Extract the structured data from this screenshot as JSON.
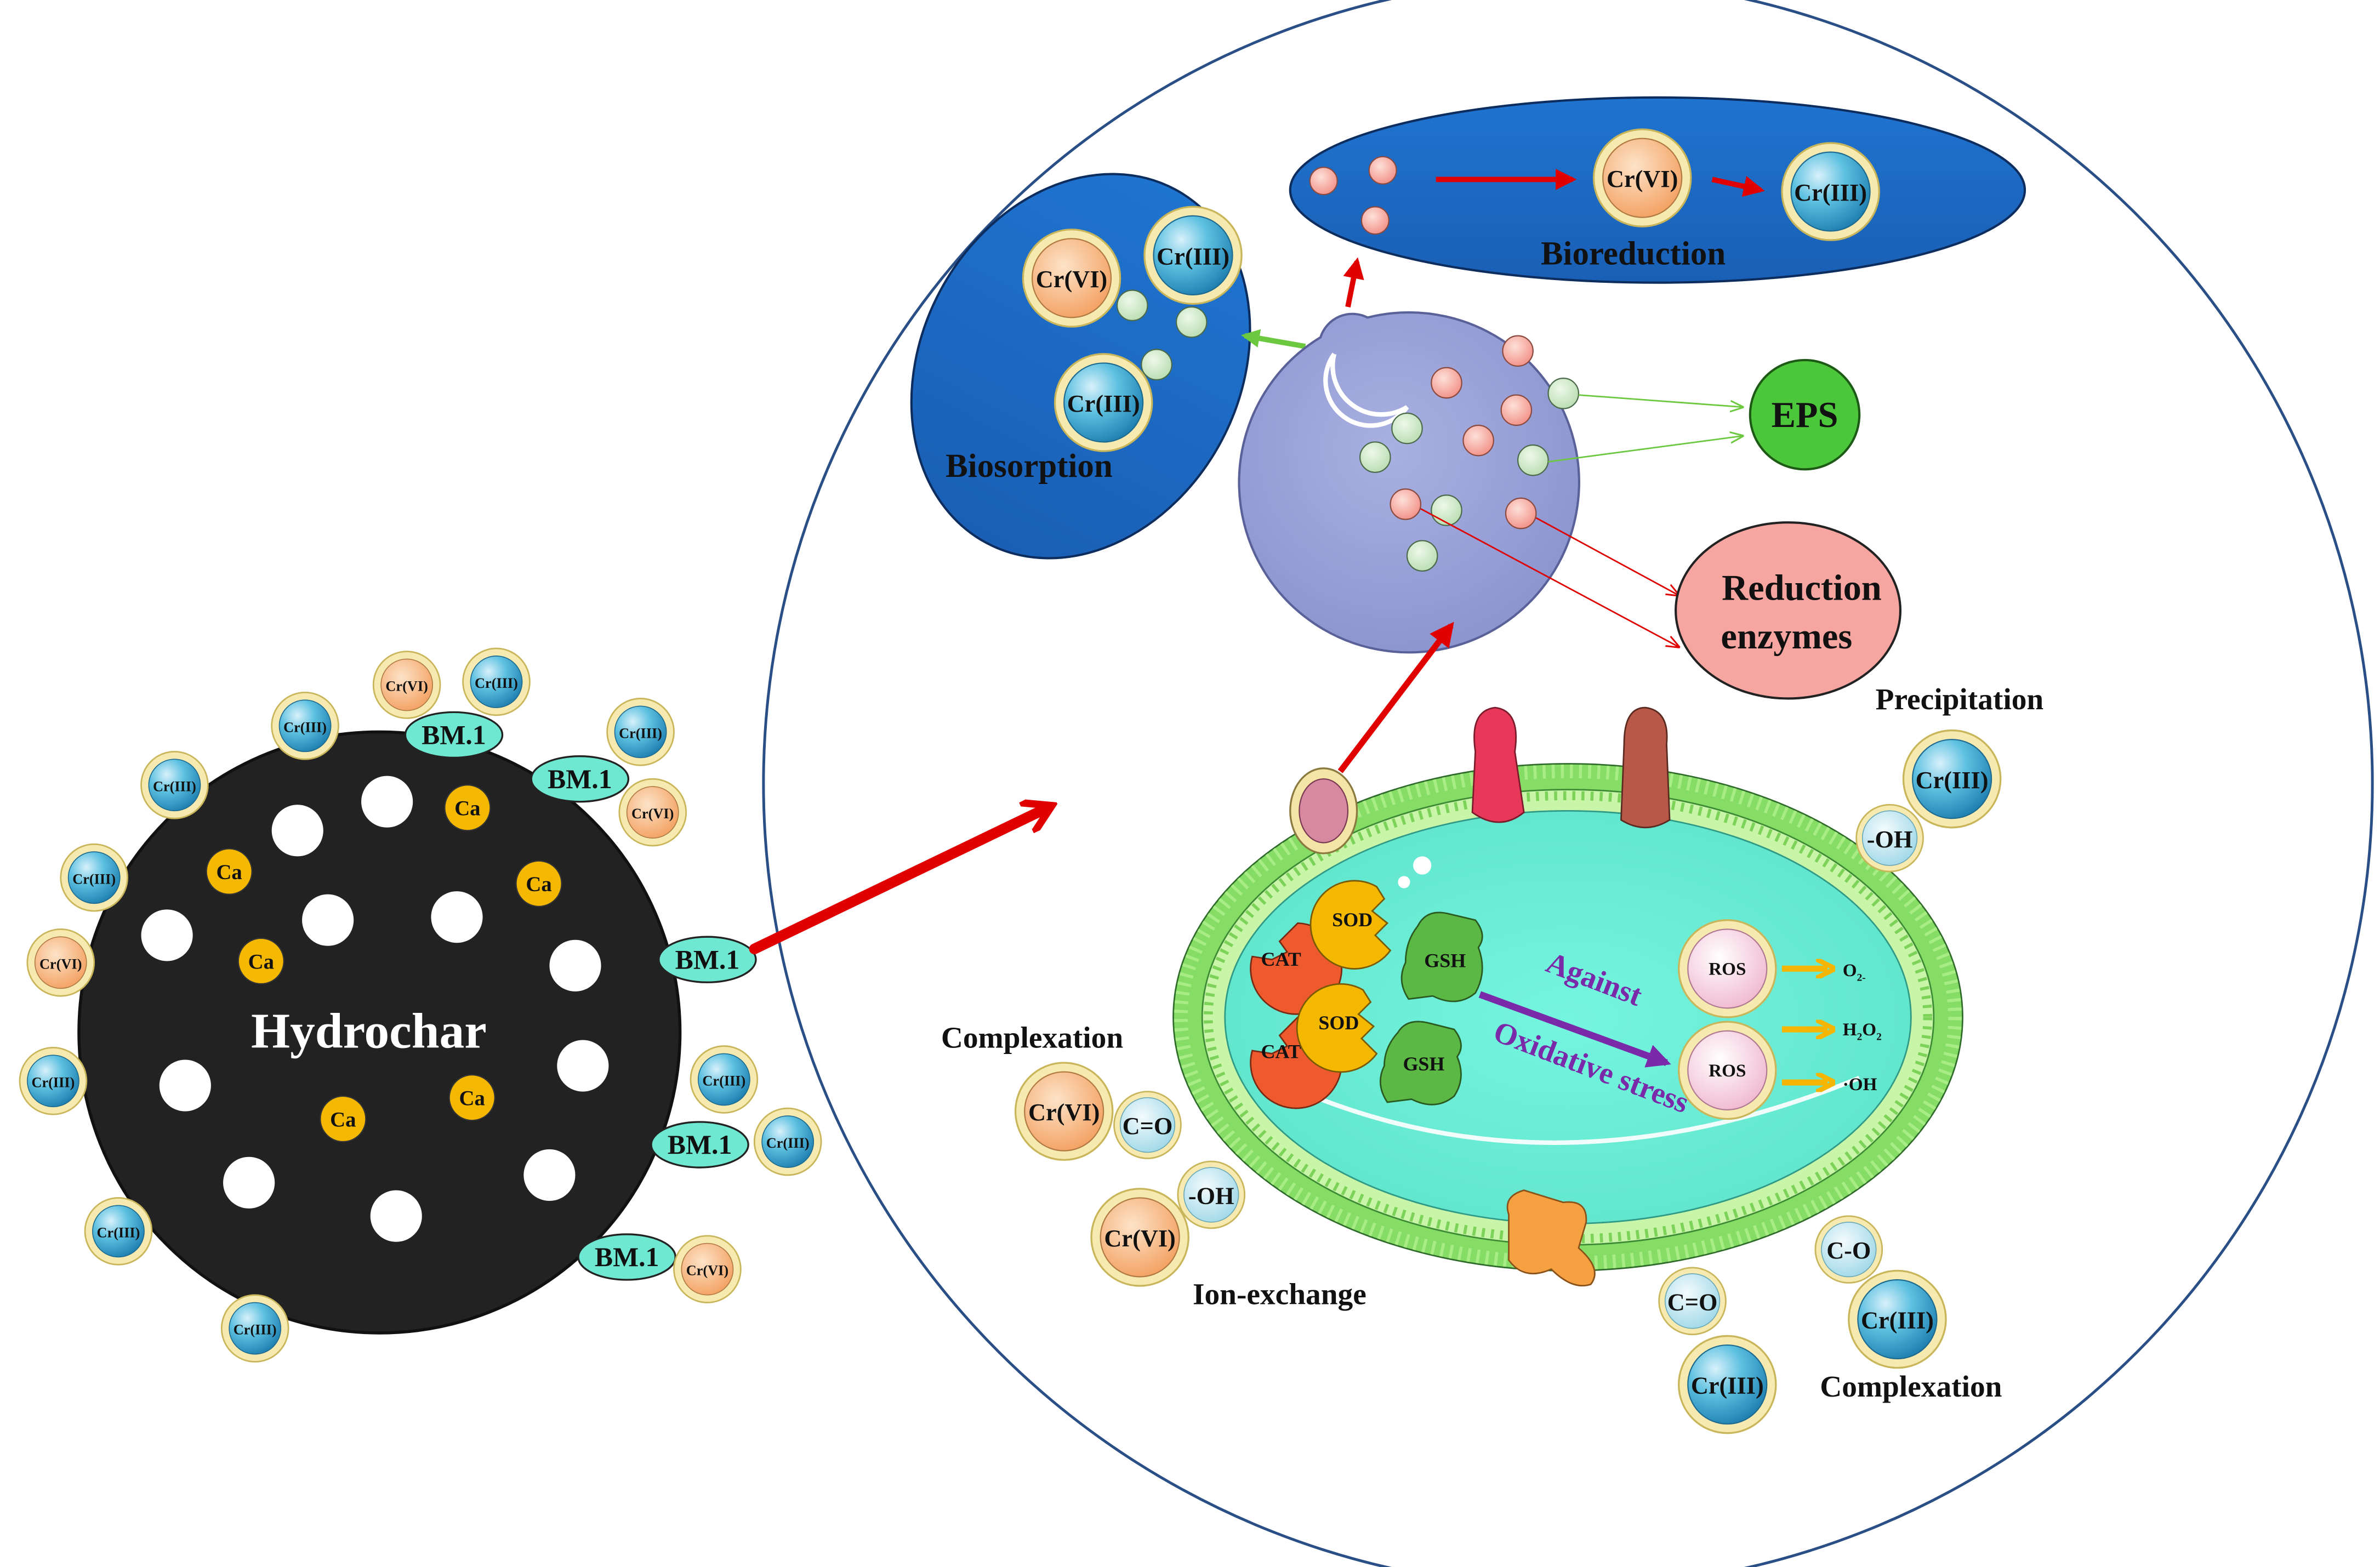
{
  "hydrochar": {
    "label": "Hydrochar",
    "calcium_label": "Ca",
    "microbe_label": "BM.1"
  },
  "species": {
    "cr6": "Cr(VI)",
    "cr3": "Cr(III)",
    "hydroxyl": "-OH",
    "carbonyl": "C=O",
    "ether": "C-O"
  },
  "mechanisms": {
    "biosorption": "Biosorption",
    "bioreduction": "Bioreduction",
    "eps": "EPS",
    "reduction_enzymes_line1": "Reduction",
    "reduction_enzymes_line2": "enzymes",
    "precipitation": "Precipitation",
    "complexation": "Complexation",
    "ion_exchange": "Ion-exchange"
  },
  "cell": {
    "cat": "CAT",
    "sod": "SOD",
    "gsh": "GSH",
    "against": "Against",
    "oxidative_stress": "Oxidative stress",
    "ros": "ROS",
    "superoxide": "O",
    "superoxide_charge": "2-",
    "peroxide_h": "H",
    "peroxide_2a": "2",
    "peroxide_o": "O",
    "peroxide_2b": "2",
    "hydroxyl_radical": "·OH"
  },
  "colors": {
    "hydrochar": "#222222",
    "calcium": "#f5b800",
    "microbe": "#6ee8d0",
    "cr6_fill": "#f5b27a",
    "cr3_fill": "#3aa0c8",
    "ring": "#f3e6a4",
    "oval_blue": "#1f6fc9",
    "vesicle": "#9aa3d8",
    "eps": "#4cc63a",
    "enzyme_bubble": "#f7a5a0",
    "cytoplasm": "#6ff2db",
    "membrane": "#9be06a",
    "cat": "#ee5a2e",
    "sod": "#f5b800",
    "gsh": "#5cb845",
    "ros": "#f8c6d6",
    "purple": "#7a2aa8",
    "red_arrow": "#e00000",
    "green_arrow": "#6cc83e",
    "orange_arrow": "#f5b500"
  }
}
